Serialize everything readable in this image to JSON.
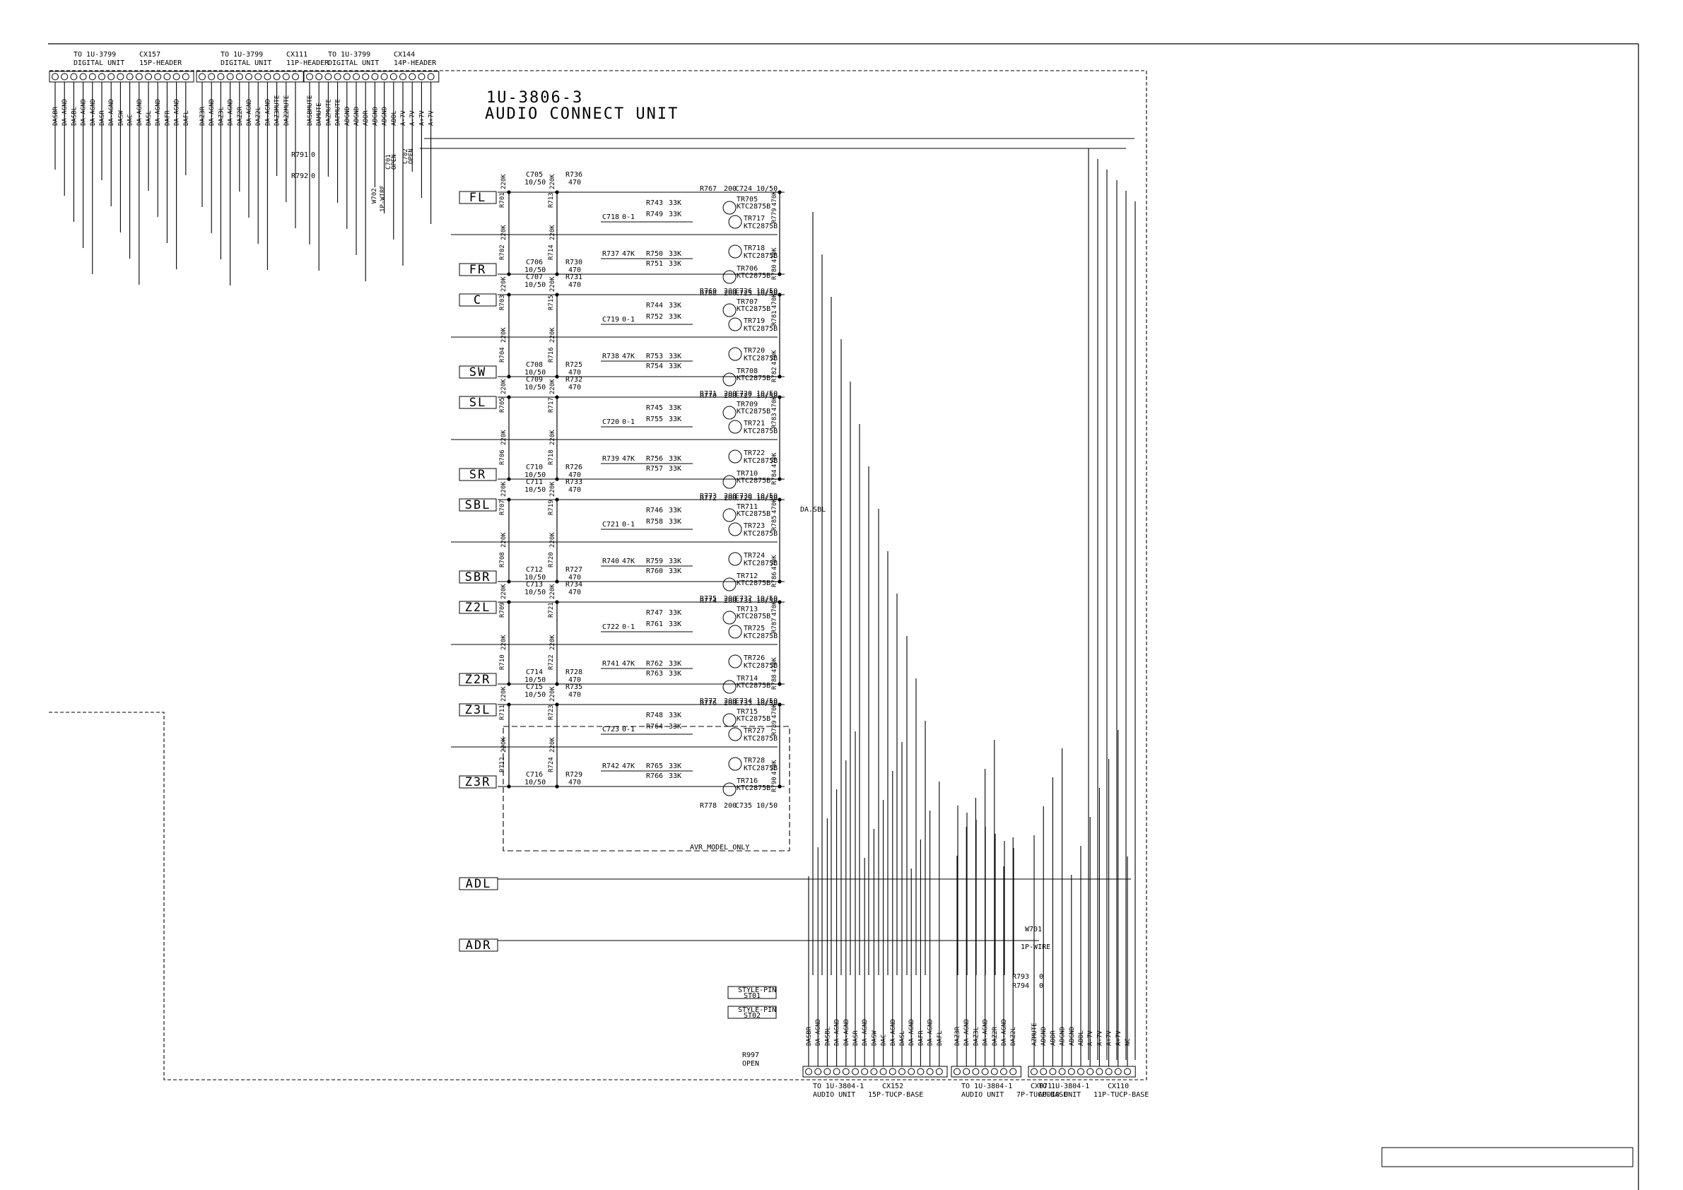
{
  "title": {
    "line1": "1U-3806-3",
    "line2": "AUDIO CONNECT UNIT"
  },
  "top_connectors": [
    {
      "dest": "TO 1U-3799",
      "unit": "DIGITAL UNIT",
      "ref": "CX157",
      "type": "15P-HEADER",
      "pins": [
        "DASBR",
        "DA-AGND",
        "DASBL",
        "DA-AGND",
        "DA-AGND",
        "DASR",
        "DA-AGND",
        "DASW",
        "DAC",
        "DA-AGND",
        "DASL",
        "DA-AGND",
        "DAFR",
        "DA-AGND",
        "DAFL"
      ]
    },
    {
      "dest": "TO 1U-3799",
      "unit": "DIGITAL UNIT",
      "ref": "CX111",
      "type": "11P-HEADER",
      "pins": [
        "DAZ3R",
        "DA-AGND",
        "DAZ3L",
        "DA-AGND",
        "DAZ2R",
        "DA-AGND",
        "DAZ2L",
        "DA-AGND",
        "DAZ3MUTE",
        "DAZ2MUTE",
        ""
      ]
    },
    {
      "dest": "TO 1U-3799",
      "unit": "DIGITAL UNIT",
      "ref": "CX144",
      "type": "14P-HEADER",
      "pins": [
        "DASBMUTE",
        "DAMUTE",
        "DAZMUTE",
        "DAPMUTE",
        "ADGND",
        "ADGND",
        "ADDR",
        "ADGND",
        "ADGND",
        "ADDL",
        "A-7V",
        "A-7V",
        "A+7V",
        "A+7V"
      ]
    }
  ],
  "bottom_connectors": [
    {
      "dest": "TO 1U-3804-1",
      "unit": "AUDIO UNIT",
      "ref": "CX152",
      "type": "15P-TUCP-BASE",
      "pins": [
        "DASBR",
        "DA-AGND",
        "DASBL",
        "DA-AGND",
        "DA-AGND",
        "DASR",
        "DA-AGND",
        "DASW",
        "DAC",
        "DA-AGND",
        "DASL",
        "DA-AGND",
        "DAFR",
        "DA-AGND",
        "DAFL"
      ]
    },
    {
      "dest": "TO 1U-3804-1",
      "unit": "AUDIO UNIT",
      "ref": "CX071",
      "type": "7P-TUCP-BASE",
      "pins": [
        "DAZ3R",
        "DA-AGND",
        "DAZ3L",
        "DA-AGND",
        "DAZ2R",
        "DA-AGND",
        "DAZ2L"
      ]
    },
    {
      "dest": "TO 1U-3804-1",
      "unit": "AUDIO UNIT",
      "ref": "CX110",
      "type": "11P-TUCP-BASE",
      "pins": [
        "AZMUTE",
        "ADGND",
        "ADDR",
        "ADGND",
        "ADGND",
        "ADDL",
        "A-7V",
        "A-7V",
        "A+7V",
        "A+7V",
        "NC"
      ]
    }
  ],
  "channels": [
    {
      "name": "FL",
      "cin": "C705",
      "cin_v": "10/50",
      "r_top": "R736",
      "r_top_v": "470",
      "r_a": "R701",
      "r_b": "R713",
      "r_v": "220K",
      "c_in2": "C718",
      "c_in2_v": "0-1",
      "rb1": "R743",
      "rb1_v": "33K",
      "rb2": "R749",
      "rb2_v": "33K",
      "tr_a": "TR705",
      "tr_a_t": "KTC2875B",
      "tr_b": "TR717",
      "tr_b_t": "KTC2875B",
      "re": "R767",
      "re_v": "200",
      "cout": "C724",
      "cout_v": "10/50",
      "rout": "R779",
      "rout_v": "470K"
    },
    {
      "name": "FR",
      "cin": "C706",
      "cin_v": "10/50",
      "r_top": "R730",
      "r_top_v": "470",
      "r_a": "R702",
      "r_b": "R714",
      "r_v": "220K",
      "c_in2": "R737",
      "c_in2_v": "47K",
      "rb1": "R750",
      "rb1_v": "33K",
      "rb2": "R751",
      "rb2_v": "33K",
      "tr_a": "TR706",
      "tr_a_t": "KTC2875B",
      "tr_b": "TR718",
      "tr_b_t": "KTC2875B",
      "re": "R768",
      "re_v": "200",
      "cout": "C725",
      "cout_v": "10/50",
      "rout": "R780",
      "rout_v": "470K"
    },
    {
      "name": "C",
      "cin": "C707",
      "cin_v": "10/50",
      "r_top": "R731",
      "r_top_v": "470",
      "r_a": "R703",
      "r_b": "R715",
      "r_v": "220K",
      "c_in2": "C719",
      "c_in2_v": "0-1",
      "rb1": "R744",
      "rb1_v": "33K",
      "rb2": "R752",
      "rb2_v": "33K",
      "tr_a": "TR707",
      "tr_a_t": "KTC2875B",
      "tr_b": "TR719",
      "tr_b_t": "KTC2875B",
      "re": "R769",
      "re_v": "200",
      "cout": "C726",
      "cout_v": "10/50",
      "rout": "R781",
      "rout_v": "470K"
    },
    {
      "name": "SW",
      "cin": "C708",
      "cin_v": "10/50",
      "r_top": "R725",
      "r_top_v": "470",
      "r_a": "R704",
      "r_b": "R716",
      "r_v": "220K",
      "c_in2": "R738",
      "c_in2_v": "47K",
      "rb1": "R753",
      "rb1_v": "33K",
      "rb2": "R754",
      "rb2_v": "33K",
      "tr_a": "TR708",
      "tr_a_t": "KTC2875B",
      "tr_b": "TR720",
      "tr_b_t": "KTC2875B",
      "re": "R770",
      "re_v": "200",
      "cout": "C727",
      "cout_v": "10/50",
      "rout": "R782",
      "rout_v": "470K"
    },
    {
      "name": "SL",
      "cin": "C709",
      "cin_v": "10/50",
      "r_top": "R732",
      "r_top_v": "470",
      "r_a": "R705",
      "r_b": "R717",
      "r_v": "220K",
      "c_in2": "C720",
      "c_in2_v": "0-1",
      "rb1": "R745",
      "rb1_v": "33K",
      "rb2": "R755",
      "rb2_v": "33K",
      "tr_a": "TR709",
      "tr_a_t": "KTC2875B",
      "tr_b": "TR721",
      "tr_b_t": "KTC2875B",
      "re": "R771",
      "re_v": "200",
      "cout": "C728",
      "cout_v": "10/50",
      "rout": "R783",
      "rout_v": "470K"
    },
    {
      "name": "SR",
      "cin": "C710",
      "cin_v": "10/50",
      "r_top": "R726",
      "r_top_v": "470",
      "r_a": "R706",
      "r_b": "R718",
      "r_v": "220K",
      "c_in2": "R739",
      "c_in2_v": "47K",
      "rb1": "R756",
      "rb1_v": "33K",
      "rb2": "R757",
      "rb2_v": "33K",
      "tr_a": "TR710",
      "tr_a_t": "KTC2875B",
      "tr_b": "TR722",
      "tr_b_t": "KTC2875B",
      "re": "R772",
      "re_v": "200",
      "cout": "C729",
      "cout_v": "10/50",
      "rout": "R784",
      "rout_v": "470K"
    },
    {
      "name": "SBL",
      "cin": "C711",
      "cin_v": "10/50",
      "r_top": "R733",
      "r_top_v": "470",
      "r_a": "R707",
      "r_b": "R719",
      "r_v": "220K",
      "c_in2": "C721",
      "c_in2_v": "0-1",
      "rb1": "R746",
      "rb1_v": "33K",
      "rb2": "R758",
      "rb2_v": "33K",
      "tr_a": "TR711",
      "tr_a_t": "KTC2875B",
      "tr_b": "TR723",
      "tr_b_t": "KTC2875B",
      "re": "R773",
      "re_v": "200",
      "cout": "C730",
      "cout_v": "10/50",
      "rout": "R785",
      "rout_v": "470K"
    },
    {
      "name": "SBR",
      "cin": "C712",
      "cin_v": "10/50",
      "r_top": "R727",
      "r_top_v": "470",
      "r_a": "R708",
      "r_b": "R720",
      "r_v": "220K",
      "c_in2": "R740",
      "c_in2_v": "47K",
      "rb1": "R759",
      "rb1_v": "33K",
      "rb2": "R760",
      "rb2_v": "33K",
      "tr_a": "TR712",
      "tr_a_t": "KTC2875B",
      "tr_b": "TR724",
      "tr_b_t": "KTC2875B",
      "re": "R774",
      "re_v": "200",
      "cout": "C731",
      "cout_v": "10/50",
      "rout": "R786",
      "rout_v": "470K"
    },
    {
      "name": "Z2L",
      "cin": "C713",
      "cin_v": "10/50",
      "r_top": "R734",
      "r_top_v": "470",
      "r_a": "R709",
      "r_b": "R721",
      "r_v": "220K",
      "c_in2": "C722",
      "c_in2_v": "0-1",
      "rb1": "R747",
      "rb1_v": "33K",
      "rb2": "R761",
      "rb2_v": "33K",
      "tr_a": "TR713",
      "tr_a_t": "KTC2875B",
      "tr_b": "TR725",
      "tr_b_t": "KTC2875B",
      "re": "R775",
      "re_v": "200",
      "cout": "C732",
      "cout_v": "10/50",
      "rout": "R787",
      "rout_v": "470K"
    },
    {
      "name": "Z2R",
      "cin": "C714",
      "cin_v": "10/50",
      "r_top": "R728",
      "r_top_v": "470",
      "r_a": "R710",
      "r_b": "R722",
      "r_v": "220K",
      "c_in2": "R741",
      "c_in2_v": "47K",
      "rb1": "R762",
      "rb1_v": "33K",
      "rb2": "R763",
      "rb2_v": "33K",
      "tr_a": "TR714",
      "tr_a_t": "KTC2875B",
      "tr_b": "TR726",
      "tr_b_t": "KTC2875B",
      "re": "R776",
      "re_v": "200",
      "cout": "C733",
      "cout_v": "10/50",
      "rout": "R788",
      "rout_v": "470K"
    },
    {
      "name": "Z3L",
      "cin": "C715",
      "cin_v": "10/50",
      "r_top": "R735",
      "r_top_v": "470",
      "r_a": "R711",
      "r_b": "R723",
      "r_v": "220K",
      "c_in2": "C723",
      "c_in2_v": "0-1",
      "rb1": "R748",
      "rb1_v": "33K",
      "rb2": "R764",
      "rb2_v": "33K",
      "tr_a": "TR715",
      "tr_a_t": "KTC2875B",
      "tr_b": "TR727",
      "tr_b_t": "KTC2875B",
      "re": "R777",
      "re_v": "200",
      "cout": "C734",
      "cout_v": "10/50",
      "rout": "R789",
      "rout_v": "470K"
    },
    {
      "name": "Z3R",
      "cin": "C716",
      "cin_v": "10/50",
      "r_top": "R729",
      "r_top_v": "470",
      "r_a": "R712",
      "r_b": "R724",
      "r_v": "220K",
      "c_in2": "R742",
      "c_in2_v": "47K",
      "rb1": "R765",
      "rb1_v": "33K",
      "rb2": "R766",
      "rb2_v": "33K",
      "tr_a": "TR716",
      "tr_a_t": "KTC2875B",
      "tr_b": "TR728",
      "tr_b_t": "KTC2875B",
      "re": "R778",
      "re_v": "200",
      "cout": "C735",
      "cout_v": "10/50",
      "rout": "R790",
      "rout_v": "470K"
    }
  ],
  "aux_labels": [
    "ADL",
    "ADR"
  ],
  "avr_note": "AVR MODEL ONLY",
  "sbl_out_label": "DA.SBL",
  "misc": {
    "r791": "R791",
    "r791_v": "0",
    "r792": "R792",
    "r792_v": "0",
    "w702": "W702",
    "w702_t": "1P-WIRE",
    "c701": "C701",
    "c701_v": "OPEN",
    "c702": "C702",
    "c702_v": "OPEN",
    "w701": "W701",
    "w701_t": "1P-WIRE",
    "r793": "R793",
    "r793_v": "0",
    "r794": "R794",
    "r794_v": "0",
    "st01": "STYLE-PIN",
    "st01_r": "ST01",
    "st02": "STYLE-PIN",
    "st02_r": "ST02",
    "r997": "R997",
    "r997_v": "OPEN"
  }
}
